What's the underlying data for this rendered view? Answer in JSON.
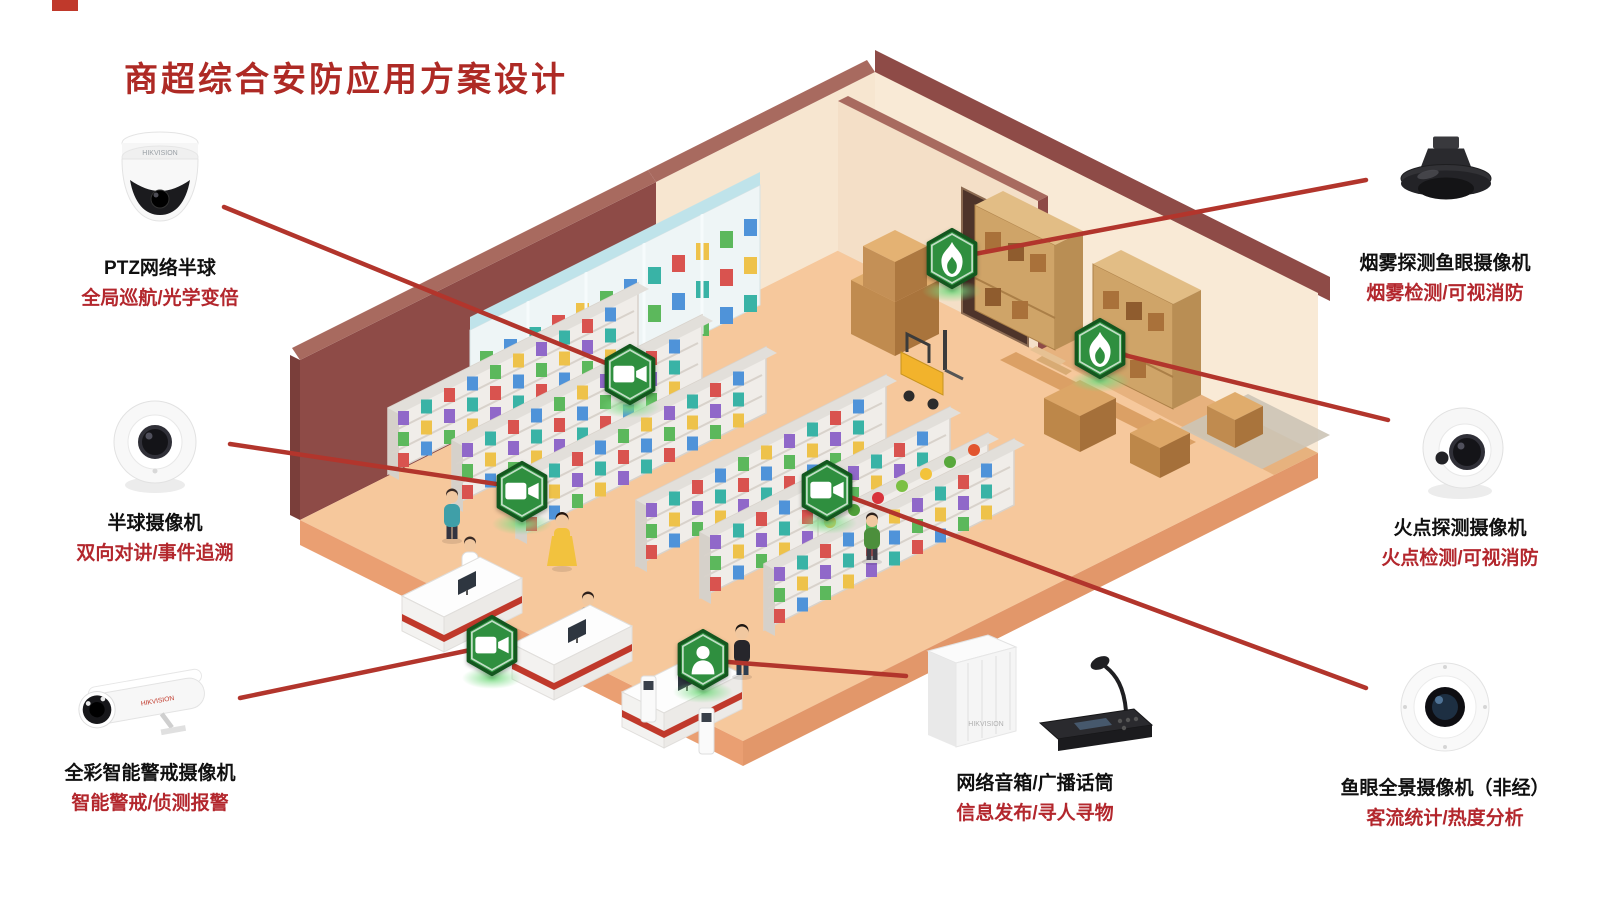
{
  "title": "商超综合安防应用方案设计",
  "brand": "HIKVISION",
  "colors": {
    "accent_red": "#b3272d",
    "line_red": "#b2352c",
    "marker_green": "#2f8f3f",
    "wall_maroon": "#8e4b47",
    "floor_peach": "#f6c89c"
  },
  "devices": [
    {
      "id": "ptz-dome",
      "name": "PTZ网络半球",
      "feature": "全局巡航/光学变倍"
    },
    {
      "id": "turret-dome",
      "name": "半球摄像机",
      "feature": "双向对讲/事件追溯"
    },
    {
      "id": "bullet",
      "name": "全彩智能警戒摄像机",
      "feature": "智能警戒/侦测报警"
    },
    {
      "id": "smoke-fisheye",
      "name": "烟雾探测鱼眼摄像机",
      "feature": "烟雾检测/可视消防"
    },
    {
      "id": "fire-turret",
      "name": "火点探测摄像机",
      "feature": "火点检测/可视消防"
    },
    {
      "id": "fisheye",
      "name": "鱼眼全景摄像机（非经）",
      "feature": "客流统计/热度分析"
    },
    {
      "id": "speaker-mic",
      "name": "网络音箱/广播话筒",
      "feature": "信息发布/寻人寻物"
    }
  ],
  "markers": [
    {
      "id": "m1",
      "icon": "camera-icon"
    },
    {
      "id": "m2",
      "icon": "camera-icon"
    },
    {
      "id": "m3",
      "icon": "camera-icon"
    },
    {
      "id": "m4",
      "icon": "camera-icon"
    },
    {
      "id": "m5",
      "icon": "person-icon"
    },
    {
      "id": "m6",
      "icon": "flame-icon"
    },
    {
      "id": "m7",
      "icon": "flame-icon"
    }
  ]
}
